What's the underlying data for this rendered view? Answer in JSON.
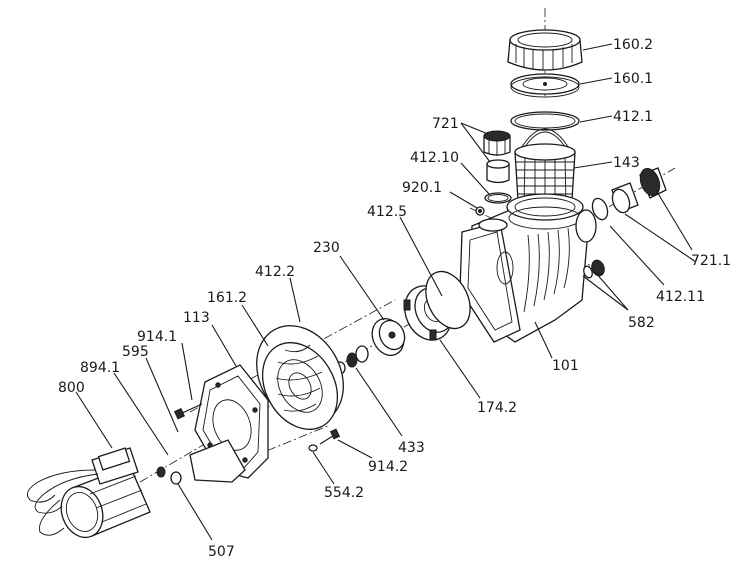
{
  "diagram": {
    "labels": {
      "l160_2": "160.2",
      "l160_1": "160.1",
      "l412_1": "412.1",
      "l721": "721",
      "l412_10": "412.10",
      "l143": "143",
      "l920_1": "920.1",
      "l412_5": "412.5",
      "l230": "230",
      "l412_2": "412.2",
      "l161_2": "161.2",
      "l113": "113",
      "l914_1": "914.1",
      "l595": "595",
      "l894_1": "894.1",
      "l800": "800",
      "l101": "101",
      "l721_1": "721.1",
      "l412_11": "412.11",
      "l582": "582",
      "l174_2": "174.2",
      "l433": "433",
      "l914_2": "914.2",
      "l554_2": "554.2",
      "l507": "507"
    }
  }
}
